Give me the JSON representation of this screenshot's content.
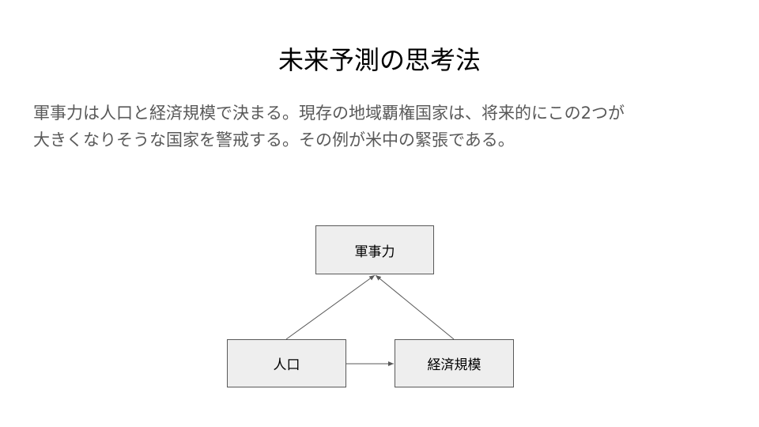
{
  "title": "未来予測の思考法",
  "body": {
    "line1": "軍事力は人口と経済規模で決まる。現存の地域覇権国家は、将来的にこの2つが",
    "line2": "大きくなりそうな国家を警戒する。その例が米中の緊張である。"
  },
  "diagram": {
    "nodes": {
      "military": "軍事力",
      "population": "人口",
      "economy": "経済規模"
    },
    "edges": [
      {
        "from": "population",
        "to": "military"
      },
      {
        "from": "economy",
        "to": "military"
      },
      {
        "from": "population",
        "to": "economy"
      }
    ],
    "colors": {
      "node_fill": "#eeeeee",
      "node_border": "#595959",
      "edge": "#595959"
    }
  }
}
